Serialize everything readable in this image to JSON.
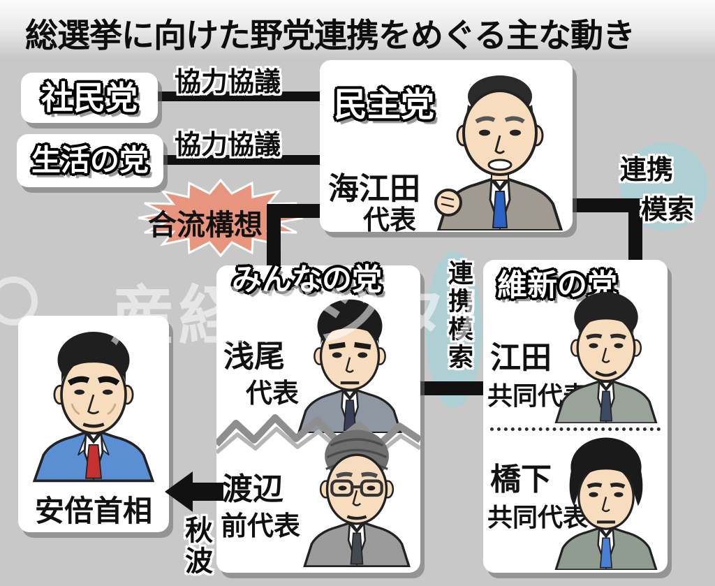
{
  "title": "総選挙に向けた野党連携をめぐる主な動き",
  "watermark": "産経デジタル",
  "colors": {
    "background": "#c8c8c8",
    "panel": "#ffffff",
    "connector": "#111111",
    "teal_badge": "#aecfd4",
    "starburst": "#e8957f",
    "skin": "#f7ddbd",
    "abe_suit_blue": "#5b8fd4",
    "abe_tie_red": "#c53030",
    "blue_tie": "#2d62c4"
  },
  "parties": {
    "shamin": {
      "label": "社民党"
    },
    "seikatsu": {
      "label": "生活の党"
    },
    "minshu": {
      "label": "民主党",
      "leader": {
        "name": "海江田",
        "role": "代表"
      }
    },
    "minna": {
      "label": "みんなの党",
      "leader": {
        "name": "浅尾",
        "role": "代表"
      },
      "former_leader": {
        "name": "渡辺",
        "role": "前代表"
      }
    },
    "ishin": {
      "label": "維新の党",
      "co_leader1": {
        "name": "江田",
        "role": "共同代表"
      },
      "co_leader2": {
        "name": "橋下",
        "role": "共同代表"
      }
    },
    "abe": {
      "label": "安倍首相"
    }
  },
  "edges": {
    "shamin_minshu": "協力協議",
    "seikatsu_minshu": "協力協議",
    "merger": "合流構想",
    "minshu_ishin": {
      "line1": "連携",
      "line2": "模索"
    },
    "minna_ishin": "連携模索",
    "overture": "秋波"
  }
}
